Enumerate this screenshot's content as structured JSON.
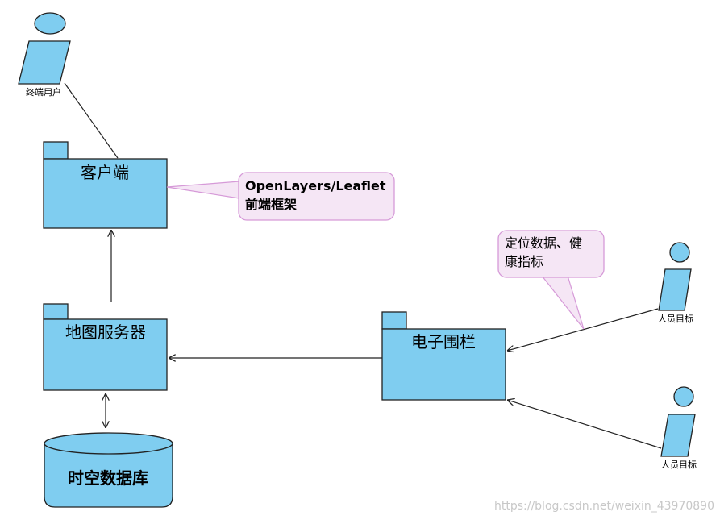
{
  "actors": {
    "end_user": "终端用户",
    "person_1": "人员目标",
    "person_2": "人员目标"
  },
  "packages": {
    "client": "客户端",
    "map_server": "地图服务器",
    "fence": "电子围栏"
  },
  "database": {
    "label": "时空数据库"
  },
  "notes": {
    "frontend_line1": "OpenLayers/Leaflet",
    "frontend_line2": "前端框架",
    "location_line1": "定位数据、健",
    "location_line2": "康指标"
  },
  "watermark": "https://blog.csdn.net/weixin_43970890",
  "colors": {
    "package_fill": "#7fcdf0",
    "note_fill": "#f5e6f5",
    "note_border": "#d69ad8"
  }
}
